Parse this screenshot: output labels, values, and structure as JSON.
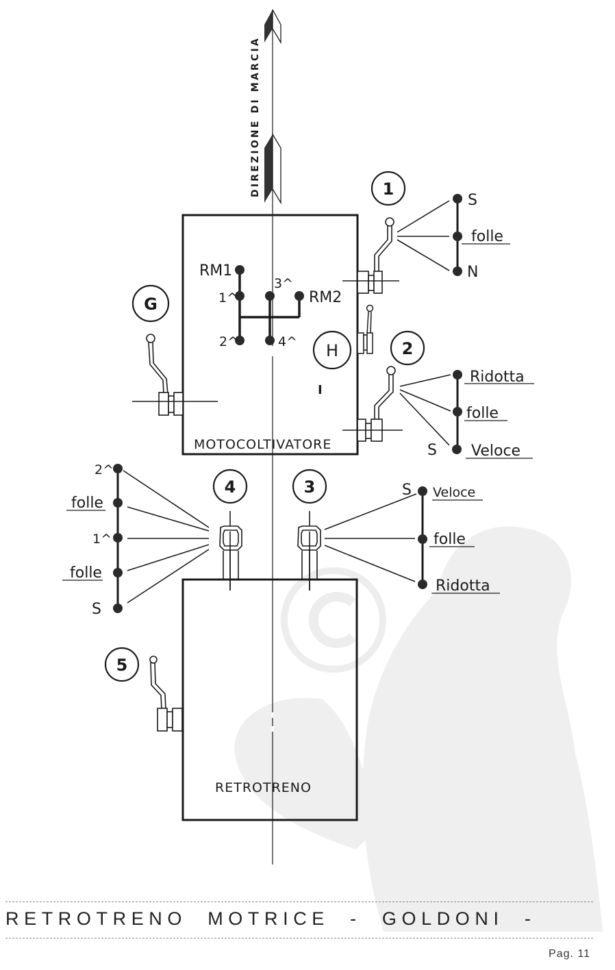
{
  "direction_label": "DIREZIONE DI MARCIA",
  "boxes": {
    "front": "MOTOCOLTIVATORE",
    "rear": "RETROTRENO"
  },
  "gear_pattern": {
    "rm1": "RM1",
    "rm2": "RM2",
    "g1": "1^",
    "g2": "2^",
    "g3": "3^",
    "g4": "4^"
  },
  "references": {
    "r1": "1",
    "r2": "2",
    "r3": "3",
    "r4": "4",
    "r5": "5",
    "rG": "G",
    "rH": "H",
    "h_mark": "I"
  },
  "lever1_positions": [
    "S",
    "folle",
    "N"
  ],
  "lever2_positions": {
    "ridotta": "Ridotta",
    "folle": "folle",
    "s_mark": "S",
    "veloce": "Veloce"
  },
  "lever3_positions": {
    "s_mark": "S",
    "veloce": "Veloce",
    "folle": "folle",
    "ridotta": "Ridotta"
  },
  "lever4_positions": [
    "2^",
    "folle",
    "1^",
    "folle",
    "S"
  ],
  "footer": {
    "title": "RETROTRENO  MOTRICE  -  GOLDONI  -",
    "page": "Pag. 11"
  },
  "colors": {
    "ink": "#1a1a1a",
    "watermark": "#ececec"
  }
}
